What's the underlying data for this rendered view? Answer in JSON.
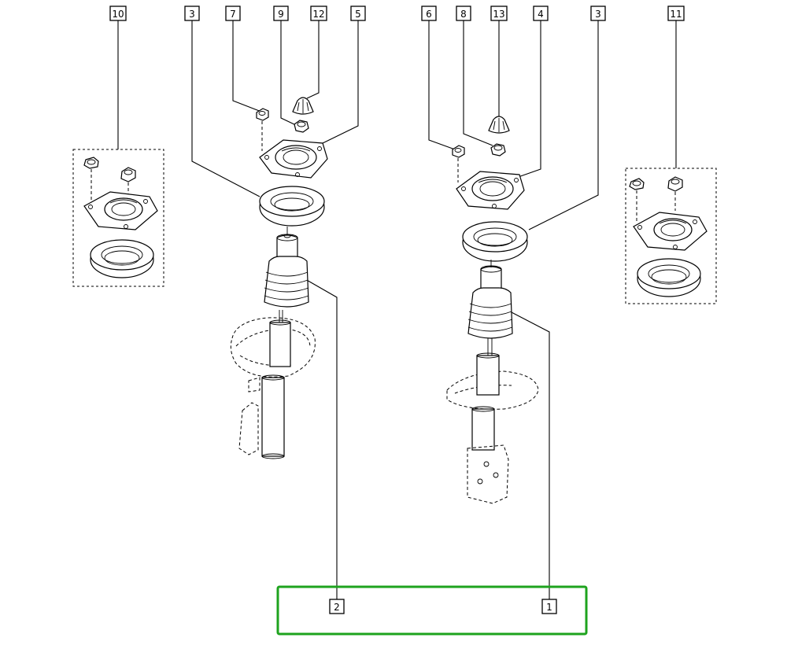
{
  "callouts": {
    "c10": "10",
    "c3a": "3",
    "c7": "7",
    "c9": "9",
    "c12": "12",
    "c5": "5",
    "c6": "6",
    "c8": "8",
    "c13": "13",
    "c4": "4",
    "c3b": "3",
    "c11": "11",
    "c2": "2",
    "c1": "1"
  },
  "colors": {
    "highlight": "#1ea31e",
    "line": "#000000",
    "background": "#ffffff"
  }
}
